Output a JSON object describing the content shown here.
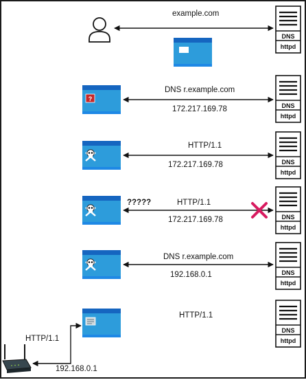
{
  "server": {
    "top_label": "DNS",
    "bottom_label": "httpd"
  },
  "rows": [
    {
      "top_text": "example.com",
      "bottom_text": ""
    },
    {
      "top_text": "DNS r.example.com",
      "bottom_text": "172.217.169.78"
    },
    {
      "top_text": "HTTP/1.1",
      "bottom_text": "172.217.169.78"
    },
    {
      "top_text": "HTTP/1.1",
      "bottom_text": "172.217.169.78",
      "query_text": "?????"
    },
    {
      "top_text": "DNS r.example.com",
      "bottom_text": "192.168.0.1"
    },
    {
      "top_text": "HTTP/1.1",
      "bottom_text": ""
    }
  ],
  "router_link": {
    "top_text": "HTTP/1.1",
    "bottom_text": "192.168.0.1"
  },
  "colors": {
    "window_blue": "#2d9cdb",
    "window_bar": "#1565c0",
    "blocked_x": "#d81b60",
    "line": "#111111"
  },
  "icons": [
    "user-icon",
    "browser-window-icon",
    "server-icon",
    "skull-icon",
    "router-icon",
    "blocked-x-icon"
  ]
}
